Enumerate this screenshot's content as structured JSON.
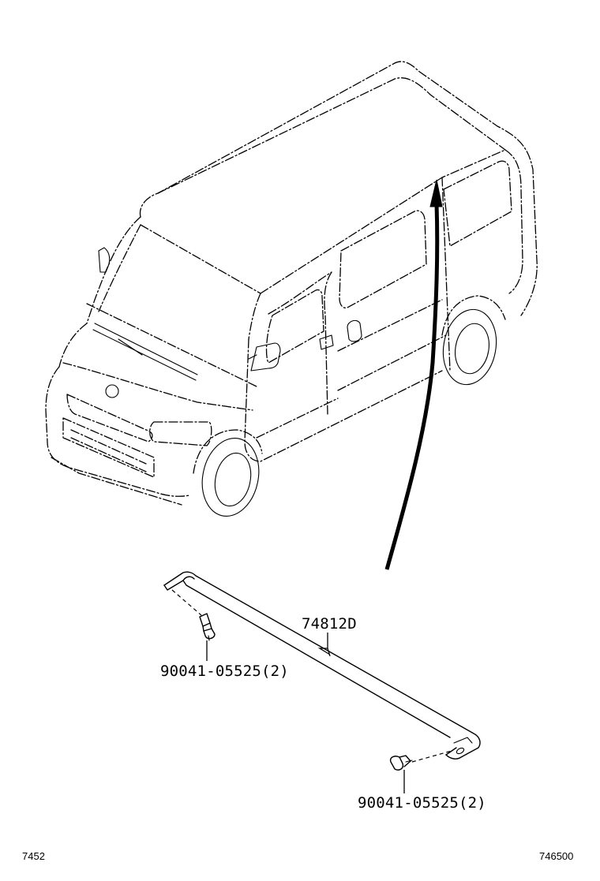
{
  "labels": {
    "main_part": "74812D",
    "screw_top": "90041-05525(2)",
    "screw_bottom": "90041-05525(2)",
    "footer_left": "7452",
    "footer_right": "746500"
  },
  "icons": {
    "vehicle": "van-outline-illustration",
    "arrow": "installation-location-arrow",
    "part": "side-molding-strip",
    "fastener": "screw-icon"
  }
}
